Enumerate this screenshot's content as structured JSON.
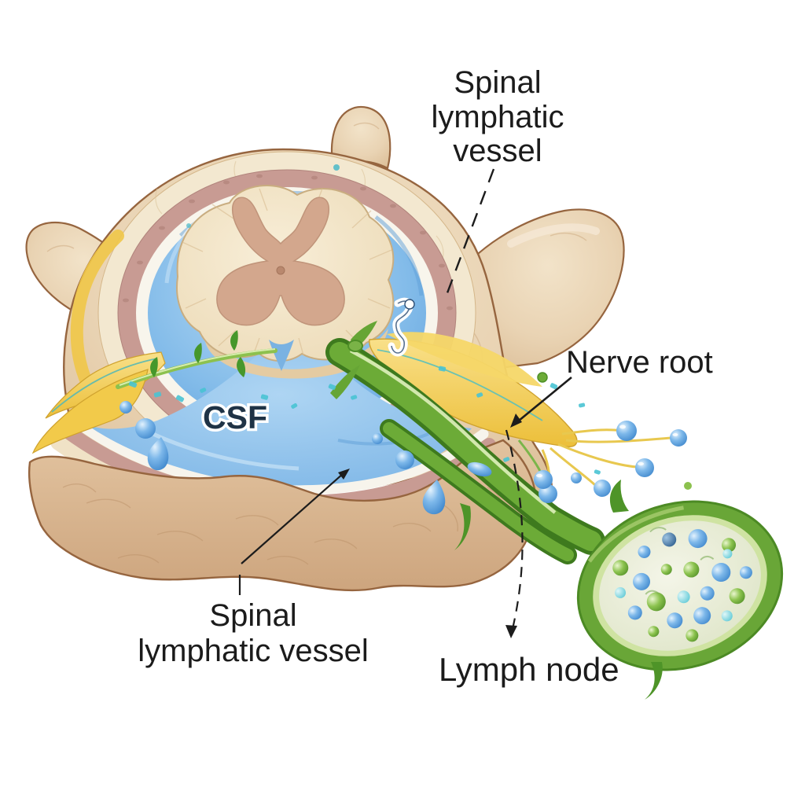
{
  "figure_type": "anatomical-diagram",
  "labels": {
    "spinal_lymphatic_vessel_top": {
      "line1": "Spinal",
      "line2": "lymphatic",
      "line3": "vessel"
    },
    "nerve_root": "Nerve root",
    "csf": "CSF",
    "spinal_lymphatic_vessel_bottom": {
      "line1": "Spinal",
      "line2": "lymphatic vessel"
    },
    "lymph_node": "Lymph node"
  },
  "palette": {
    "background": "#ffffff",
    "bone_top": "#e9d3b3",
    "bone_face": "#d6b28d",
    "bone_outline": "#96653f",
    "epidural_cream": "#f3e8d0",
    "dura_pink": "#c89b93",
    "arachnoid_white": "#f8f5ec",
    "csf_blue": "#8fc3ea",
    "cord_cream": "#f4e6c9",
    "gray_matter": "#d3a78d",
    "nerve_root_yellow": "#f2cb4e",
    "lymphatic_green": "#6cab37",
    "lymph_node_interior": "#e9edd9",
    "droplet_blue": "#5b9bd5",
    "debris_teal": "#49c3d3",
    "label_text": "#1b1b1b"
  }
}
